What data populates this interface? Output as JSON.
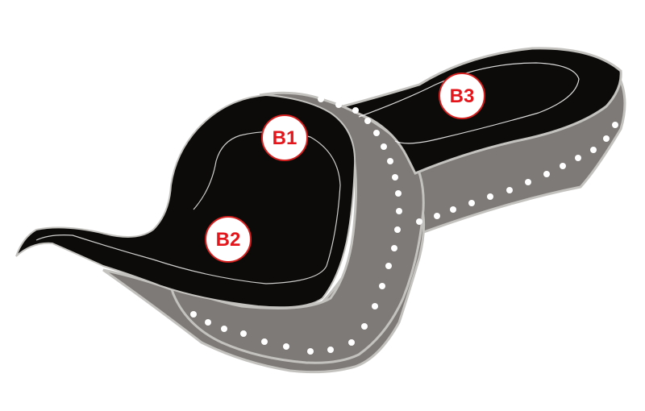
{
  "colors": {
    "background": "#ffffff",
    "leather": "#0d0b09",
    "side_panel": "#7d7a77",
    "side_panel_dark": "#6e6b68",
    "piping": "#c4c2bf",
    "stitch": "#ffffff",
    "rivet": "#ffffff",
    "marker_fill": "#ffffff",
    "marker_text": "#e4161b",
    "marker_outline": "#d5201f"
  },
  "markers": [
    {
      "id": "b1",
      "label": "B1"
    },
    {
      "id": "b2",
      "label": "B2"
    },
    {
      "id": "b3",
      "label": "B3"
    }
  ]
}
